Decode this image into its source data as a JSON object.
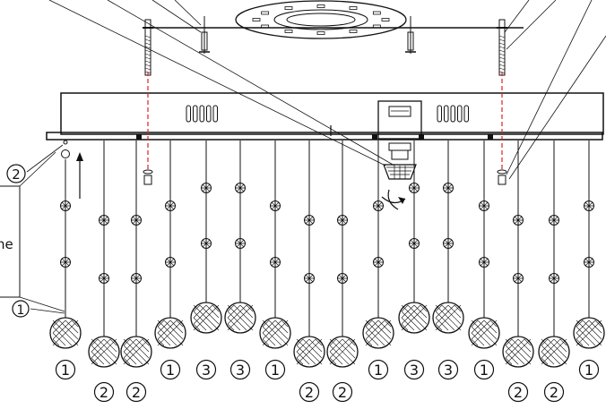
{
  "labels": {
    "partial_side_text": "he"
  },
  "markers": {
    "left_callout_top": "2",
    "left_callout_bottom": "1"
  },
  "strands": [
    {
      "type": "1",
      "row": "top"
    },
    {
      "type": "2",
      "row": "bottom"
    },
    {
      "type": "2",
      "row": "bottom"
    },
    {
      "type": "1",
      "row": "top"
    },
    {
      "type": "3",
      "row": "top"
    },
    {
      "type": "3",
      "row": "top"
    },
    {
      "type": "1",
      "row": "top"
    },
    {
      "type": "2",
      "row": "bottom"
    },
    {
      "type": "2",
      "row": "bottom"
    },
    {
      "type": "1",
      "row": "top"
    },
    {
      "type": "3",
      "row": "top"
    },
    {
      "type": "3",
      "row": "top"
    },
    {
      "type": "1",
      "row": "top"
    },
    {
      "type": "2",
      "row": "bottom"
    },
    {
      "type": "2",
      "row": "bottom"
    },
    {
      "type": "1",
      "row": "top"
    }
  ],
  "icons": {
    "crystal": "crystal-ball-icon",
    "bead": "bead-icon",
    "bulb": "gu10-bulb-icon",
    "rotate": "rotate-arrow-icon",
    "up": "up-arrow-icon"
  }
}
